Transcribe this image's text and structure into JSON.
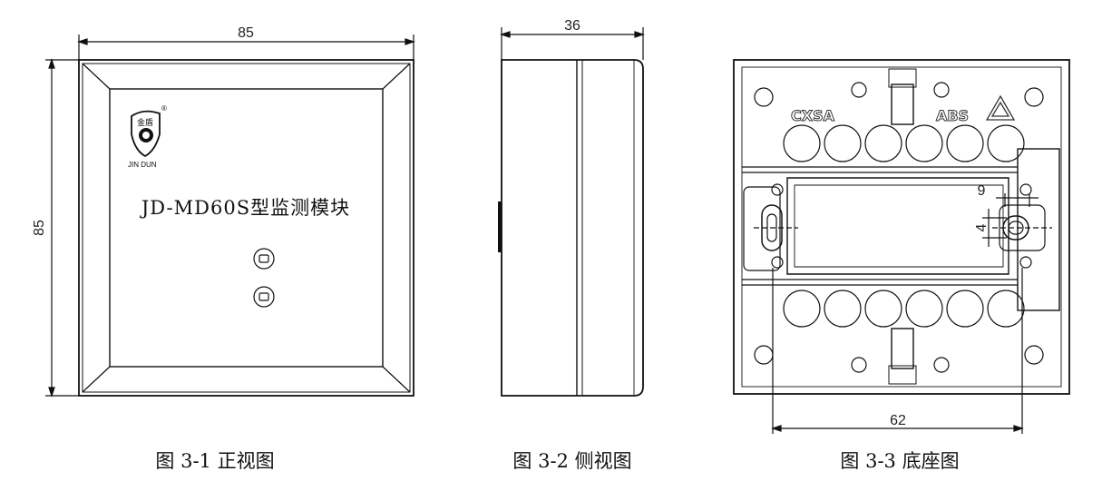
{
  "figures": {
    "front": {
      "width_label": "85",
      "height_label": "85",
      "logo_chars": "金盾",
      "logo_reg": "®",
      "logo_text": "JIN DUN",
      "product_name": "JD-MD60S型监测模块",
      "caption": "图 3-1 正视图"
    },
    "side": {
      "depth_label": "36",
      "caption": "图 3-2 侧视图"
    },
    "base": {
      "mark_left": "CXSA",
      "mark_right": "ABS",
      "dim_slot_width": "9",
      "dim_slot_height": "4",
      "dim_hole_spacing": "62",
      "caption": "图 3-3 底座图"
    }
  }
}
